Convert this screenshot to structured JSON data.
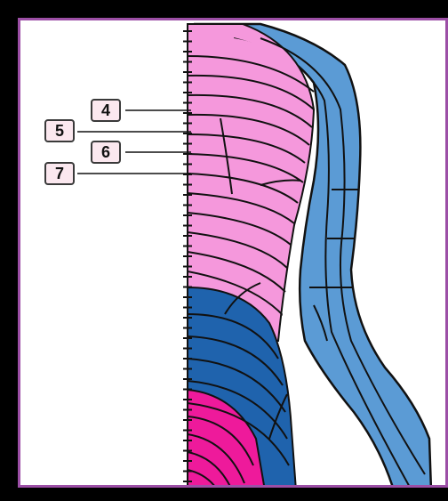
{
  "labels": [
    {
      "text": "4"
    },
    {
      "text": "5"
    },
    {
      "text": "6"
    },
    {
      "text": "7"
    }
  ],
  "colors": {
    "frame_outer": "#000000",
    "frame_inner": "#9c4fa6",
    "arm": "#5b9bd5",
    "upper_torso": "#f598dc",
    "mid_torso": "#1f63ad",
    "lower_torso": "#ee1a9b",
    "contour": "#111111",
    "label_fill": "#fbe8ef"
  }
}
